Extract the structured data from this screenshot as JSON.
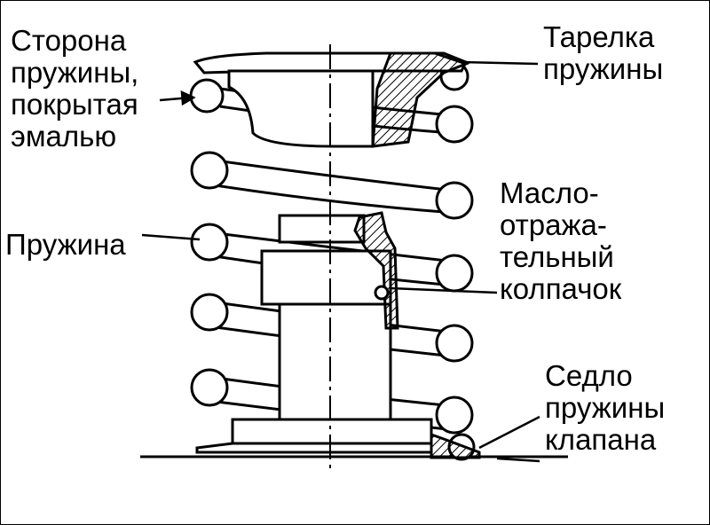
{
  "labels": {
    "enamel_side": "Сторона\nпружины,\nпокрытая\nэмалью",
    "spring_retainer": "Тарелка\nпружины",
    "spring": "Пружина",
    "oil_seal": "Масло-\nотража-\nтельный\nколпачок",
    "spring_seat": "Седло\nпружины\nклапана"
  },
  "colors": {
    "ink": "#000000",
    "paper": "#ffffff"
  }
}
